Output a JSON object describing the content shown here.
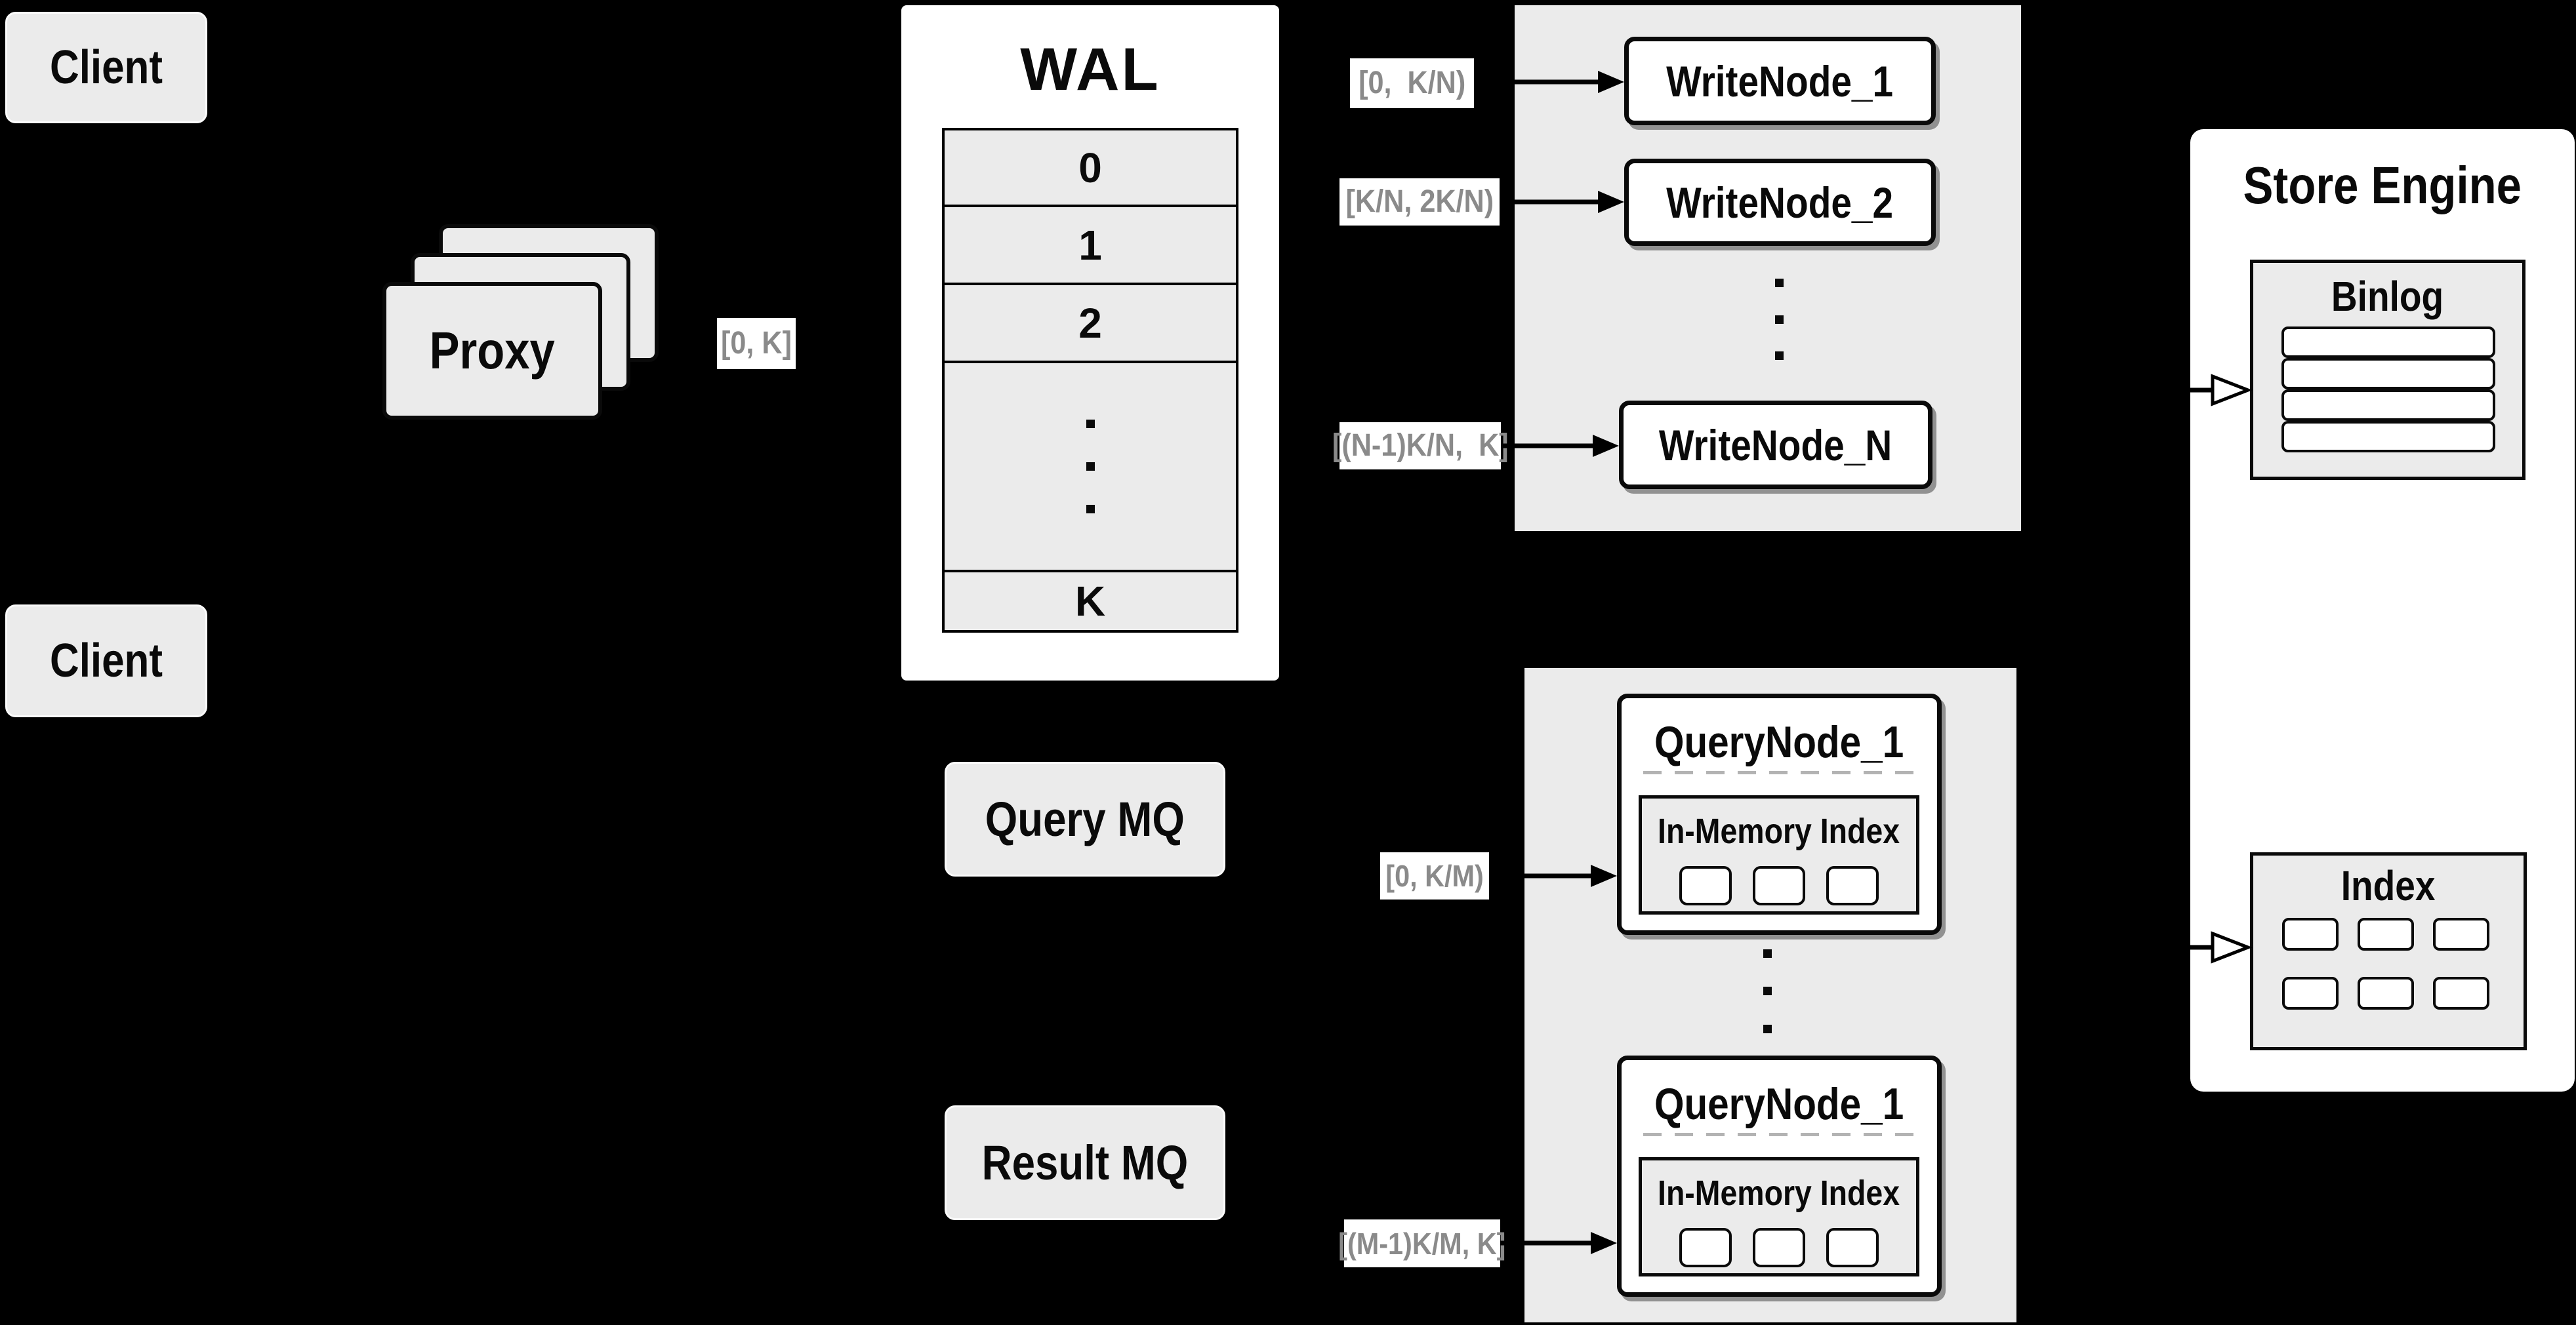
{
  "colors": {
    "background": "#000000",
    "panel_gray": "#ebebeb",
    "box_white": "#ffffff",
    "outline_black": "#000000",
    "range_text_gray": "#8a8a8a",
    "dashed_divider_gray": "#b3b3b3"
  },
  "clients": {
    "top": "Client",
    "bottom": "Client"
  },
  "proxy": {
    "title": "Proxy",
    "range_out": "[0, K]"
  },
  "wal": {
    "title": "WAL",
    "rows": [
      "0",
      "1",
      "2"
    ],
    "last_row": "K"
  },
  "write_cluster": {
    "ranges": [
      "[0,  K/N)",
      "[K/N, 2K/N)",
      "[(N-1)K/N,  K]"
    ],
    "nodes": [
      "WriteNode_1",
      "WriteNode_2",
      "WriteNode_N"
    ]
  },
  "store_engine": {
    "title": "Store Engine",
    "binlog": "Binlog",
    "index": "Index"
  },
  "mq": {
    "query": "Query MQ",
    "result": "Result MQ"
  },
  "query_cluster": {
    "ranges": [
      "[0, K/M)",
      "[(M-1)K/M, K]"
    ],
    "nodes": [
      {
        "title": "QueryNode_1",
        "index_title": "In-Memory Index"
      },
      {
        "title": "QueryNode_1",
        "index_title": "In-Memory Index"
      }
    ]
  }
}
